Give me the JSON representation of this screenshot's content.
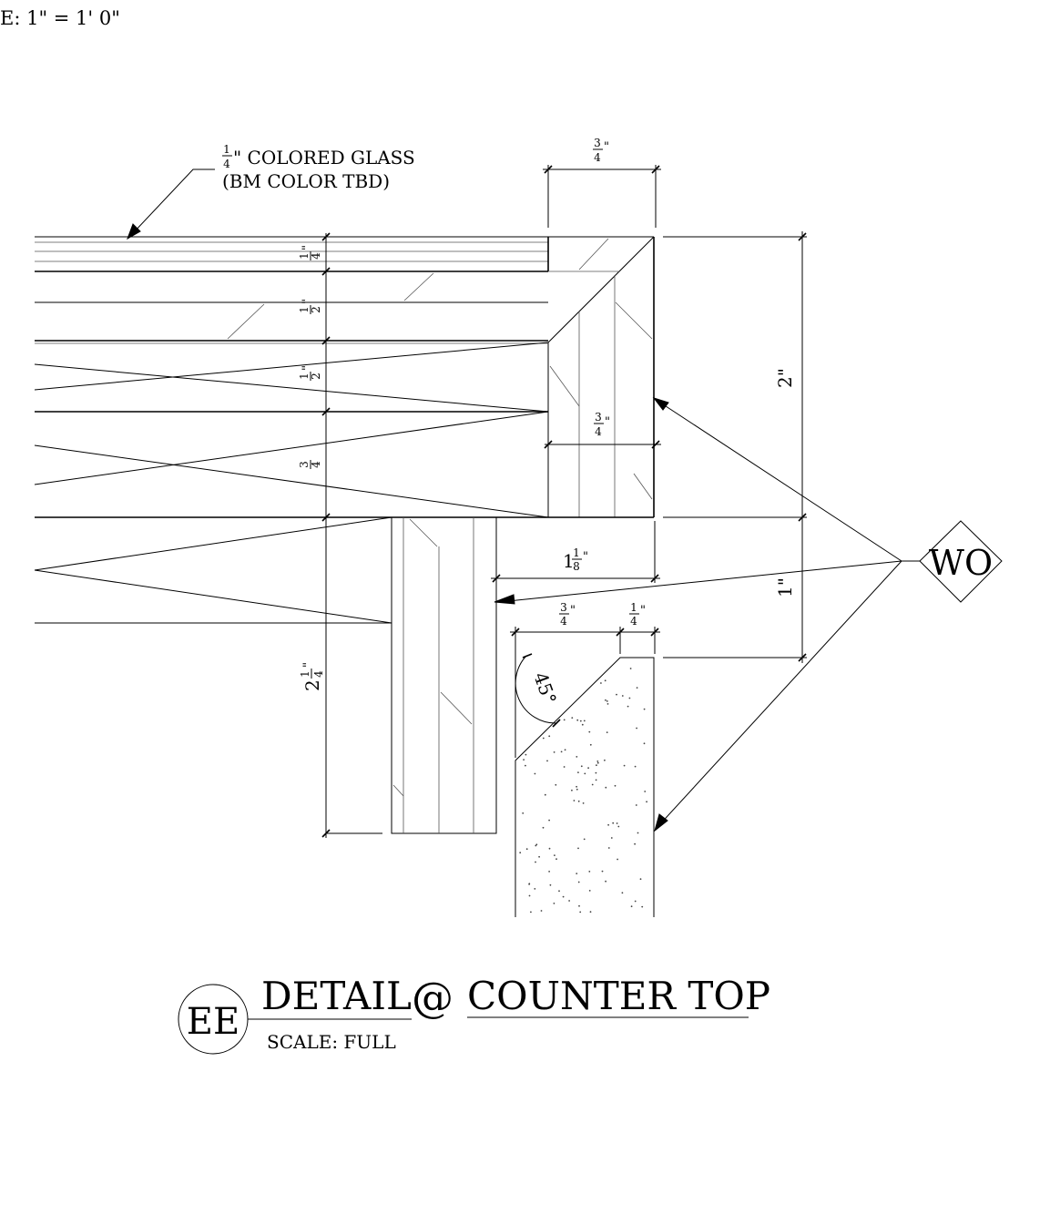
{
  "scale_note": "E: 1\" = 1' 0\"",
  "callouts": {
    "glass": {
      "line1_frac_num": "1",
      "line1_frac_den": "4",
      "line1_text": "\" COLORED GLASS",
      "line2": "(BM COLOR TBD)"
    },
    "tag": {
      "label": "WO"
    }
  },
  "dimensions": {
    "top_width": {
      "num": "3",
      "den": "4",
      "unit": "\""
    },
    "glass_thick": {
      "num": "1",
      "den": "4",
      "unit": "\""
    },
    "layer_half_a": {
      "num": "1",
      "den": "2",
      "unit": "\""
    },
    "layer_half_b": {
      "num": "1",
      "den": "2",
      "unit": "\""
    },
    "layer_3q": {
      "num": "3",
      "den": "4",
      "unit": "\""
    },
    "inner_3q": {
      "num": "3",
      "den": "4",
      "unit": "\""
    },
    "overall_height": {
      "text": "2\""
    },
    "lower_height": {
      "text": "1\""
    },
    "overhang": {
      "whole": "1",
      "num": "1",
      "den": "8",
      "unit": "\""
    },
    "stone_3q": {
      "num": "3",
      "den": "4",
      "unit": "\""
    },
    "stone_1q": {
      "num": "1",
      "den": "4",
      "unit": "\""
    },
    "apron_height": {
      "whole": "2",
      "num": "1",
      "den": "4",
      "unit": "\""
    },
    "bevel_angle": {
      "text": "45°"
    }
  },
  "title_block": {
    "detail_id": "EE",
    "title_left": "DETAIL",
    "title_at": "@",
    "title_right": "COUNTER TOP",
    "scale": "SCALE: FULL"
  }
}
